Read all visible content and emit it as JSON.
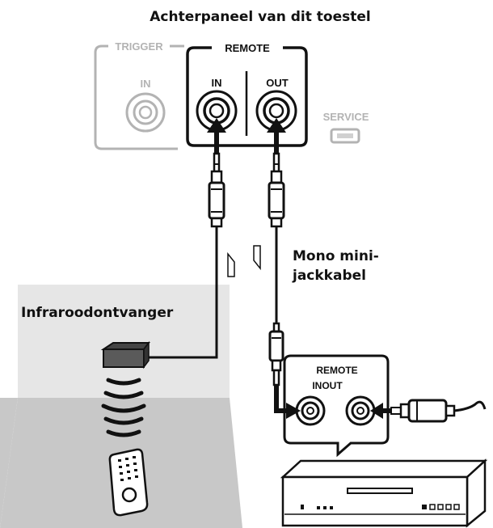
{
  "title": "Achterpaneel van dit toestel",
  "panel": {
    "trigger_label": "TRIGGER",
    "trigger_in": "IN",
    "remote_label": "REMOTE",
    "remote_in": "IN",
    "remote_out": "OUT",
    "service_label": "SERVICE"
  },
  "cable_label_line1": "Mono mini-",
  "cable_label_line2": "jackkabel",
  "receiver_label": "Infraroodontvanger",
  "device": {
    "remote_label": "REMOTE",
    "in_out_label": "INOUT"
  },
  "colors": {
    "ink": "#111111",
    "inactive": "#b3b3b3",
    "shade_light": "#e6e6e6",
    "shade_dark": "#c8c8c8"
  }
}
